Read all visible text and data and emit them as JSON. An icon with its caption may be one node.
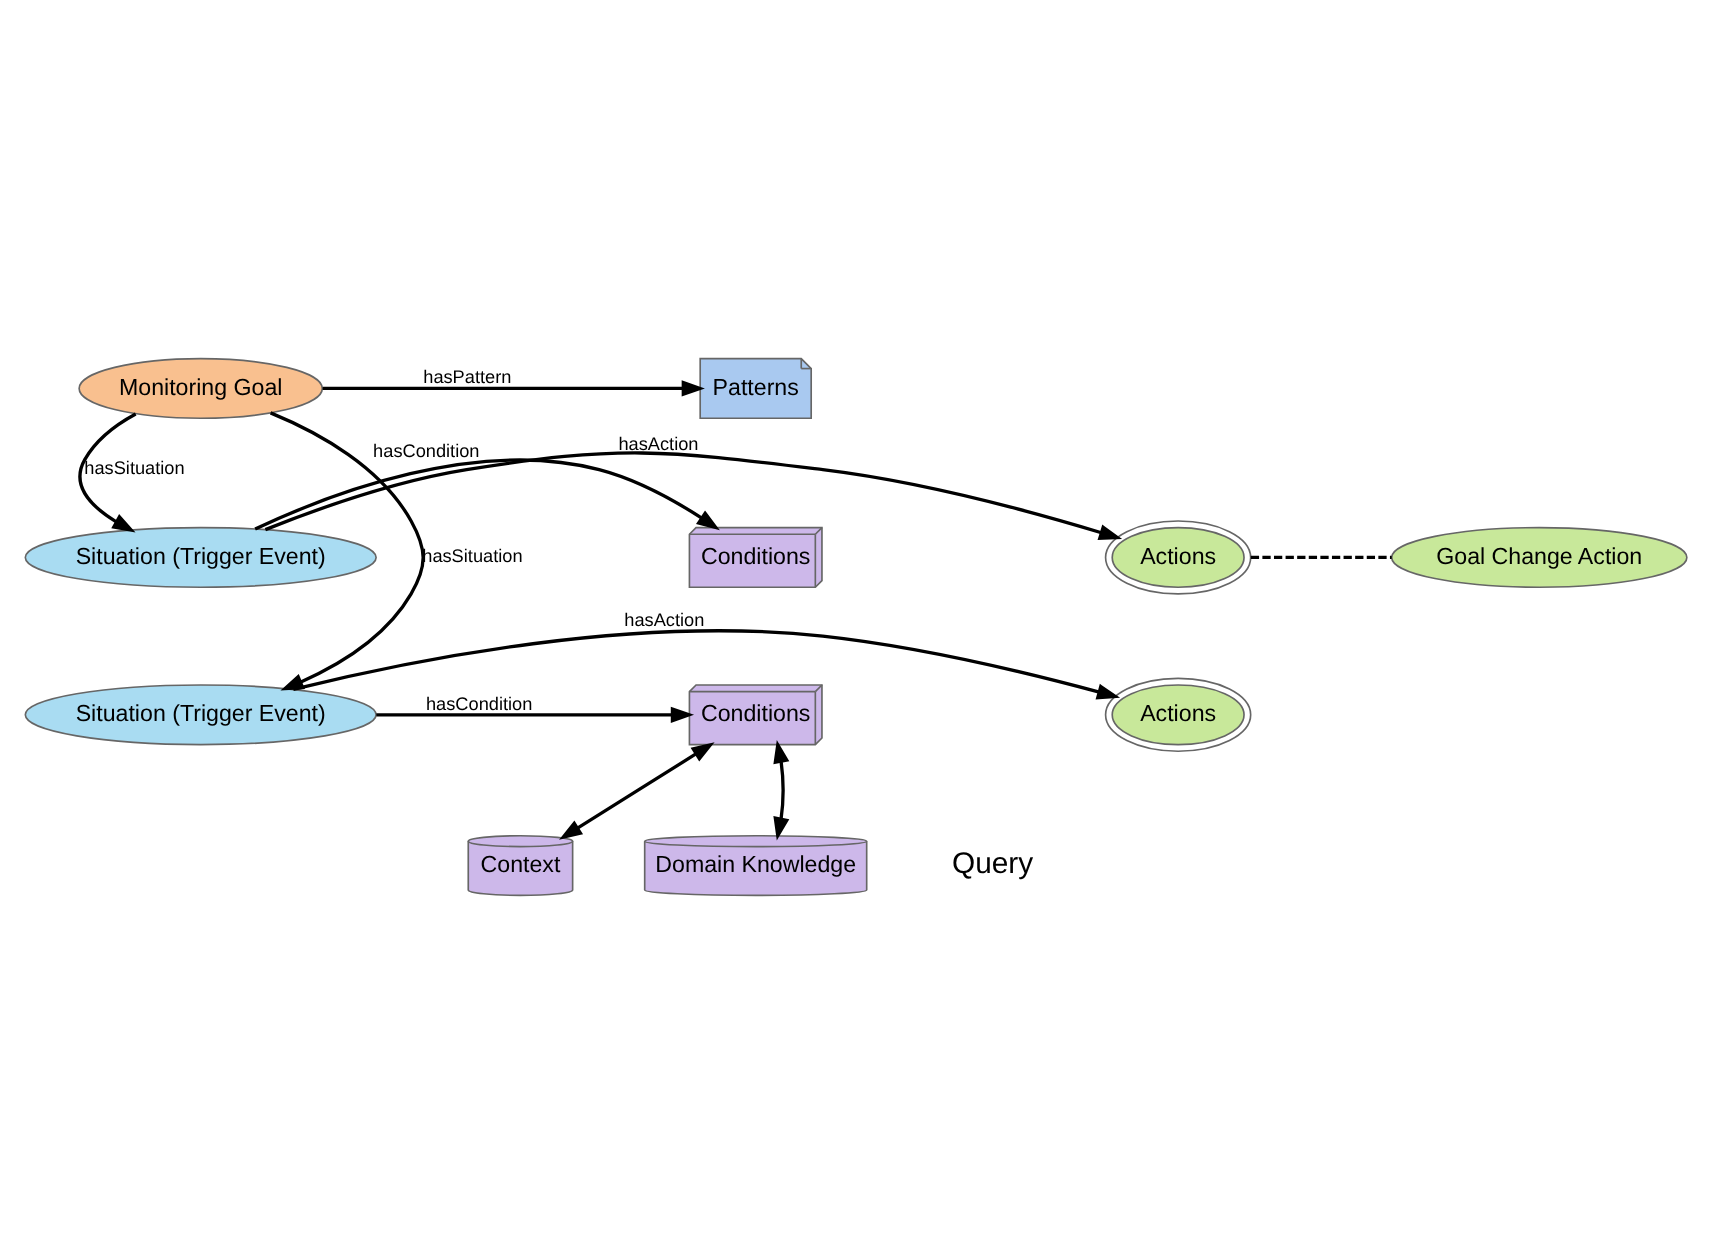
{
  "diagram": {
    "nodes": [
      {
        "text": [
          "Monitoring Goal"
        ]
      },
      {
        "text": [
          "Patterns"
        ]
      },
      {
        "text": [
          "Situation (Trigger Event)"
        ]
      },
      {
        "text": [
          "Conditions"
        ]
      },
      {
        "text": [
          "Actions"
        ]
      },
      {
        "text": [
          "Goal Change Action"
        ]
      },
      {
        "text": [
          "Situation (Trigger Event)"
        ]
      },
      {
        "text": [
          "Conditions"
        ]
      },
      {
        "text": [
          "Actions"
        ]
      },
      {
        "text": [
          "Context"
        ]
      },
      {
        "text": [
          "Domain Knowledge"
        ]
      }
    ],
    "edges": [
      {
        "from": 0,
        "to": 1,
        "arrow": "to",
        "label": "hasPattern"
      },
      {
        "from": 0,
        "to": 2,
        "arrow": "to",
        "label": "hasSituation"
      },
      {
        "from": 0,
        "to": 6,
        "arrow": "to",
        "label": "hasSituation"
      },
      {
        "from": 2,
        "to": 3,
        "arrow": "to",
        "label": "hasCondition"
      },
      {
        "from": 2,
        "to": 4,
        "arrow": "to",
        "label": "hasAction"
      },
      {
        "from": 4,
        "to": 5,
        "arrow": "none",
        "style": "dashed"
      },
      {
        "from": 6,
        "to": 7,
        "arrow": "to",
        "label": "hasCondition"
      },
      {
        "from": 6,
        "to": 8,
        "arrow": "to",
        "label": "hasAction"
      },
      {
        "from": 7,
        "to": 9,
        "arrow": "both"
      },
      {
        "from": 7,
        "to": 10,
        "arrow": "both"
      }
    ],
    "labels": [
      "Query"
    ]
  }
}
